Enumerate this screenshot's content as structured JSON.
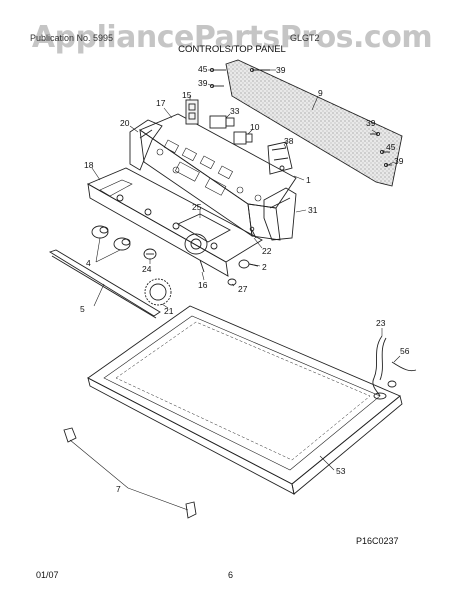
{
  "watermark": "AppliancePartsPros.com",
  "header": {
    "left": "Publication No. 5995",
    "right": "GLGT2"
  },
  "title": "CONTROLS/TOP PANEL",
  "callouts": [
    {
      "label": "45"
    },
    {
      "label": "39"
    },
    {
      "label": "39"
    },
    {
      "label": "9"
    },
    {
      "label": "15"
    },
    {
      "label": "17"
    },
    {
      "label": "33"
    },
    {
      "label": "10"
    },
    {
      "label": "20"
    },
    {
      "label": "39"
    },
    {
      "label": "45"
    },
    {
      "label": "39"
    },
    {
      "label": "38"
    },
    {
      "label": "1"
    },
    {
      "label": "18"
    },
    {
      "label": "25"
    },
    {
      "label": "31"
    },
    {
      "label": "4"
    },
    {
      "label": "22"
    },
    {
      "label": "24"
    },
    {
      "label": "2"
    },
    {
      "label": "16"
    },
    {
      "label": "27"
    },
    {
      "label": "5"
    },
    {
      "label": "21"
    },
    {
      "label": "23"
    },
    {
      "label": "56"
    },
    {
      "label": "53"
    },
    {
      "label": "7"
    }
  ],
  "diagram_code": "P16C0237",
  "footer": {
    "date": "01/07",
    "page": "6"
  },
  "colors": {
    "line": "#222222",
    "watermark": "#969696"
  }
}
